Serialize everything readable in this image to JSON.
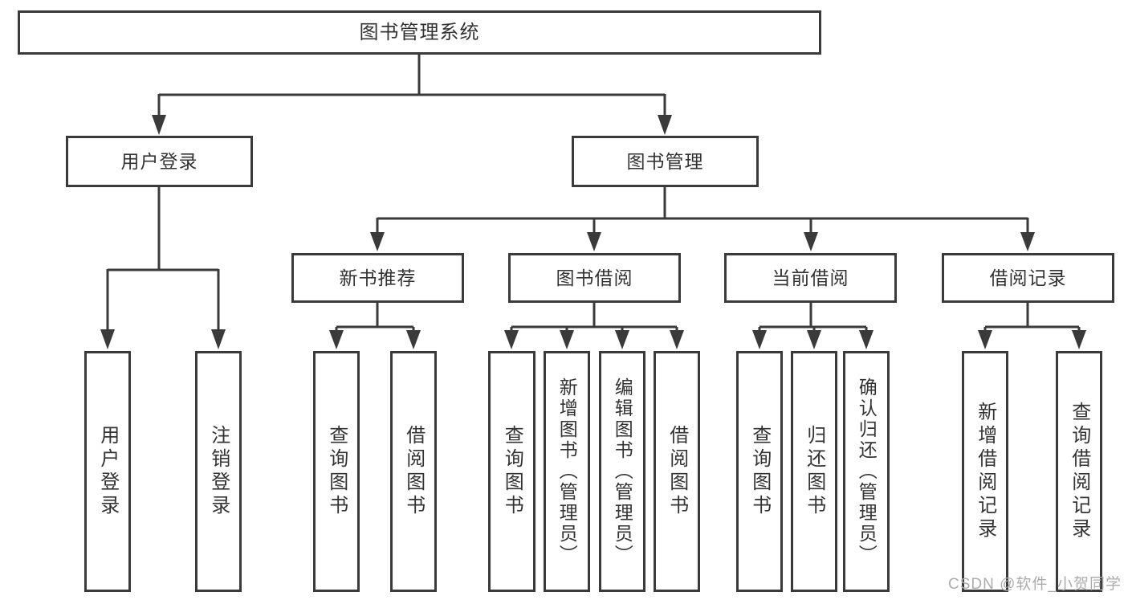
{
  "diagram": {
    "title": "图书管理系统",
    "watermark": "CSDN @软件_小贺同学",
    "colors": {
      "line": "#3a3a3a",
      "text": "#333333",
      "background": "#ffffff",
      "watermark": "#acacac"
    },
    "nodes": {
      "root": {
        "label": "图书管理系统",
        "parent": null
      },
      "user_login": {
        "label": "用户登录",
        "parent": "root"
      },
      "book_mgmt": {
        "label": "图书管理",
        "parent": "root"
      },
      "new_book_rec": {
        "label": "新书推荐",
        "parent": "book_mgmt"
      },
      "book_borrow": {
        "label": "图书借阅",
        "parent": "book_mgmt"
      },
      "current_borrow": {
        "label": "当前借阅",
        "parent": "book_mgmt"
      },
      "borrow_records": {
        "label": "借阅记录",
        "parent": "book_mgmt"
      },
      "ul_login": {
        "label": "用户登录",
        "parent": "user_login"
      },
      "ul_logout": {
        "label": "注销登录",
        "parent": "user_login"
      },
      "nbr_query": {
        "label": "查询图书",
        "parent": "new_book_rec"
      },
      "nbr_borrow": {
        "label": "借阅图书",
        "parent": "new_book_rec"
      },
      "bb_query": {
        "label": "查询图书",
        "parent": "book_borrow"
      },
      "bb_add": {
        "label": "新增图书（管理员）",
        "parent": "book_borrow"
      },
      "bb_edit": {
        "label": "编辑图书（管理员）",
        "parent": "book_borrow"
      },
      "bb_borrow": {
        "label": "借阅图书",
        "parent": "book_borrow"
      },
      "cb_query": {
        "label": "查询图书",
        "parent": "current_borrow"
      },
      "cb_return": {
        "label": "归还图书",
        "parent": "current_borrow"
      },
      "cb_confirm": {
        "label": "确认归还（管理员）",
        "parent": "current_borrow"
      },
      "br_add": {
        "label": "新增借阅记录",
        "parent": "borrow_records"
      },
      "br_query": {
        "label": "查询借阅记录",
        "parent": "borrow_records"
      }
    }
  }
}
